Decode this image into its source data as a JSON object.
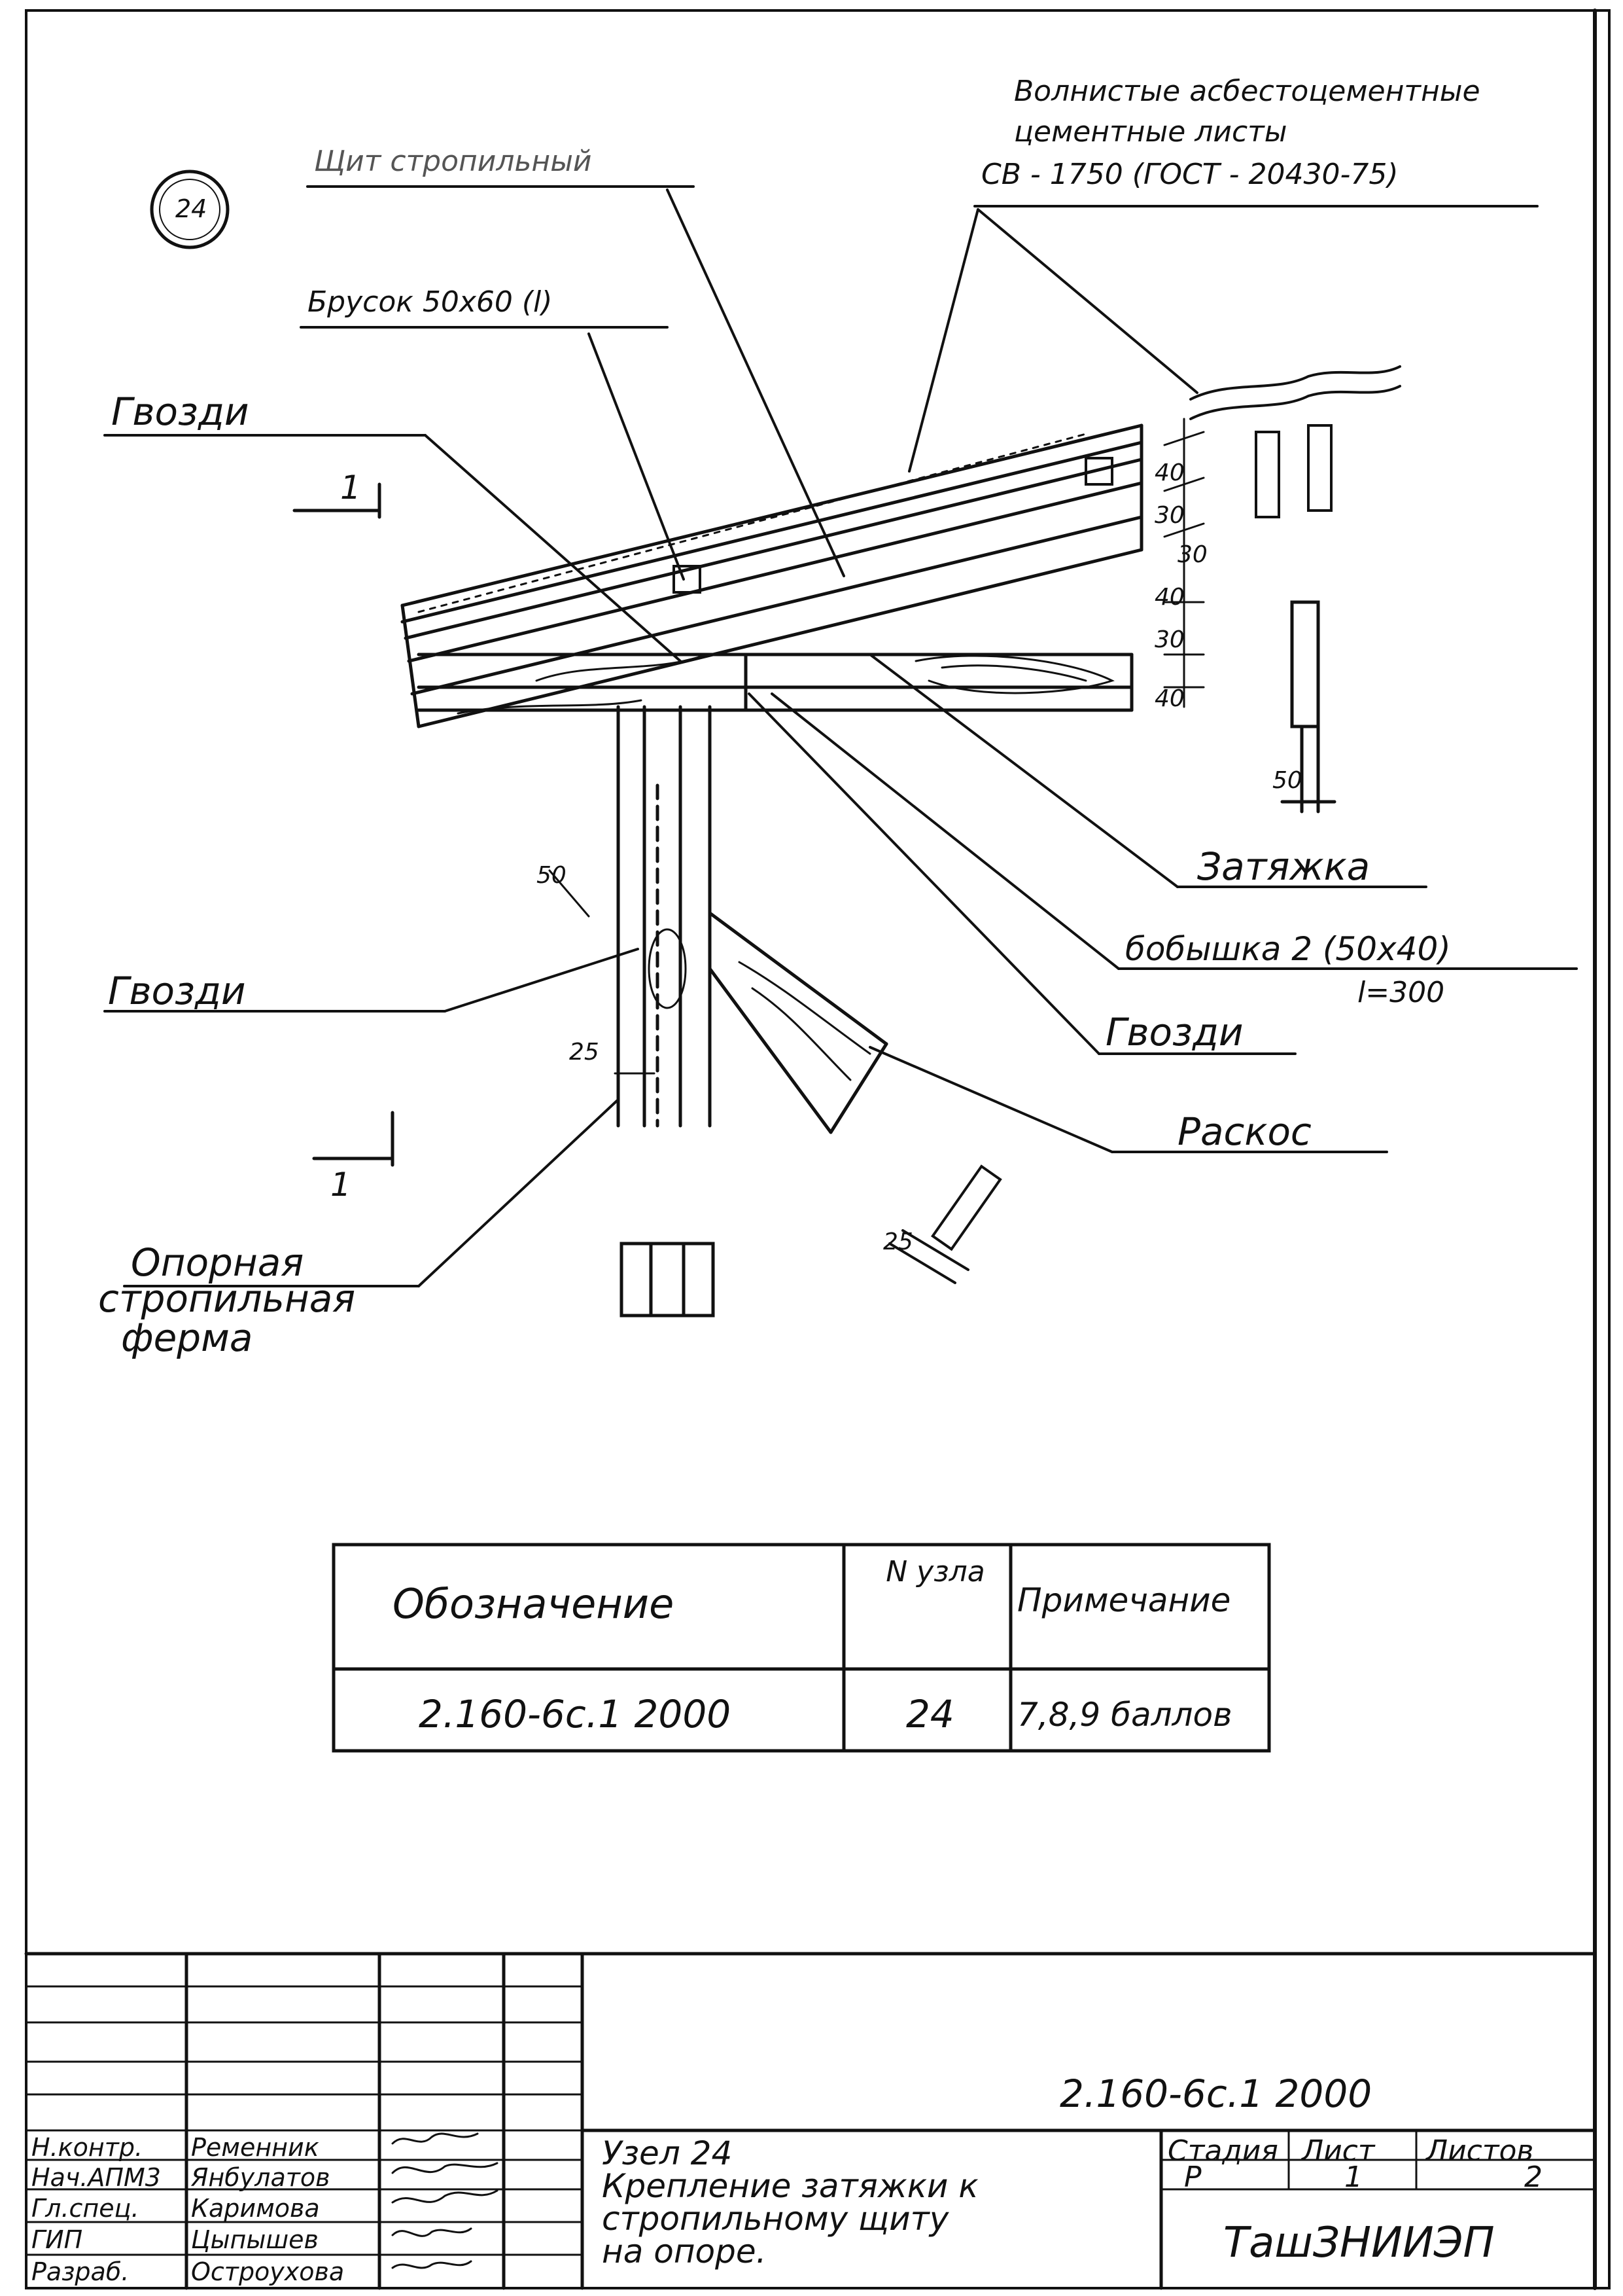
{
  "node_badge": "24",
  "labels": {
    "top_left_partial": "Щит стропильный",
    "sheets_line1": "Волнистые асбестоцементные",
    "sheets_line2": "цементные листы",
    "sheets_line3": "СВ - 1750 (ГОСТ - 20430-75)",
    "bar": "Брусок 50х60 (l)",
    "nails_top": "Гвозди",
    "nails_left": "Гвозди",
    "nails_right": "Гвозди",
    "tie": "Затяжка",
    "block_line1": "бобышка 2 (50х40)",
    "block_line2": "l=300",
    "brace": "Раскос",
    "truss_line1": "Опорная",
    "truss_line2": "стропильная",
    "truss_line3": "ферма"
  },
  "section_marks": {
    "top": "1",
    "bottom": "1"
  },
  "dimensions": {
    "d40a": "40",
    "d30a": "30",
    "d30b": "30",
    "d40b": "40",
    "d30c": "30",
    "d40c": "40",
    "d50a": "50",
    "d50b": "50",
    "d25": "25",
    "d25b": "25"
  },
  "spec_table": {
    "headers": [
      "Обозначение",
      "N узла",
      "Примечание"
    ],
    "rows": [
      [
        "2.160-6с.1   2000",
        "24",
        "7,8,9 баллов"
      ]
    ]
  },
  "title_block": {
    "doc_code": "2.160-6с.1      2000",
    "title_line1": "Узел 24",
    "title_line2": "Крепление затяжки к",
    "title_line3": "стропильному щиту",
    "title_line4": "на опоре.",
    "stage_header": "Стадия",
    "sheet_header": "Лист",
    "sheets_header": "Листов",
    "stage": "Р",
    "sheet": "1",
    "sheets": "2",
    "org": "ТашЗНИИЭП",
    "signers": [
      {
        "role": "Н.контр.",
        "name": "Ременник"
      },
      {
        "role": "Нач.АПМ3",
        "name": "Янбулатов"
      },
      {
        "role": "Гл.спец.",
        "name": "Каримова"
      },
      {
        "role": "ГИП",
        "name": "Цыпышев"
      },
      {
        "role": "Разраб.",
        "name": "Остроухова"
      }
    ]
  },
  "colors": {
    "ink": "#111111",
    "paper": "#ffffff"
  }
}
